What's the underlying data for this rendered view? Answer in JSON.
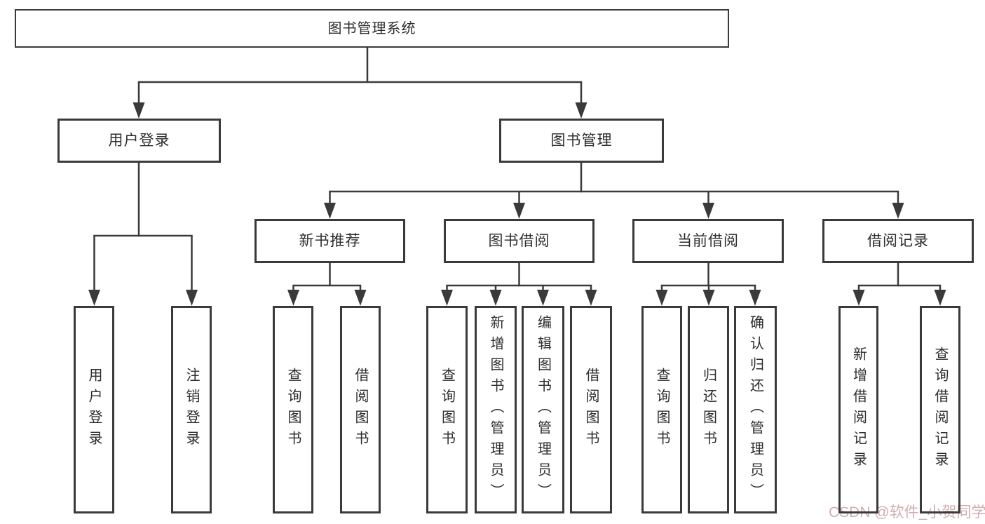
{
  "tree": {
    "root": {
      "label": "图书管理系统"
    },
    "branches": [
      {
        "label": "用户登录",
        "children": [
          {
            "label": "用户登录"
          },
          {
            "label": "注销登录"
          }
        ]
      },
      {
        "label": "图书管理",
        "groups": [
          {
            "label": "新书推荐",
            "children": [
              {
                "label": "查询图书"
              },
              {
                "label": "借阅图书"
              }
            ]
          },
          {
            "label": "图书借阅",
            "children": [
              {
                "label": "查询图书"
              },
              {
                "label": "新增图书（管理员）"
              },
              {
                "label": "编辑图书（管理员）"
              },
              {
                "label": "借阅图书"
              }
            ]
          },
          {
            "label": "当前借阅",
            "children": [
              {
                "label": "查询图书"
              },
              {
                "label": "归还图书"
              },
              {
                "label": "确认归还（管理员）"
              }
            ]
          },
          {
            "label": "借阅记录",
            "children": [
              {
                "label": "新增借阅记录"
              },
              {
                "label": "查询借阅记录"
              }
            ]
          }
        ]
      }
    ]
  },
  "watermark": {
    "text": "CSDN @软件_小贺同学"
  },
  "colors": {
    "line": "#3a3a3a",
    "text": "#2d2d2d",
    "background": "#ffffff",
    "watermark": "#d2aeb1"
  }
}
